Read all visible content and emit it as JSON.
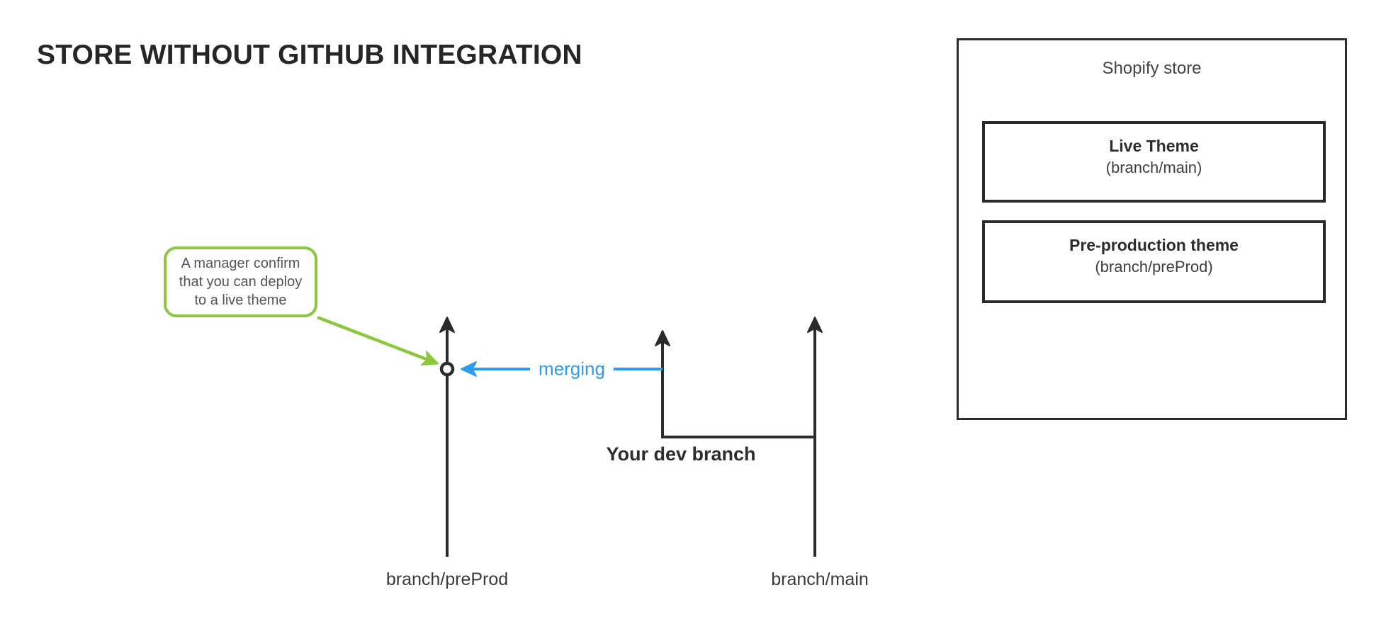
{
  "title": "STORE WITHOUT GITHUB INTEGRATION",
  "callout": {
    "text": "A manager confirm\nthat you can deploy\nto a live theme"
  },
  "labels": {
    "merging": "merging",
    "dev_branch": "Your dev branch",
    "preprod_branch": "branch/preProd",
    "main_branch": "branch/main"
  },
  "store_panel": {
    "title": "Shopify store",
    "live_theme": {
      "title": "Live Theme",
      "subtitle": "(branch/main)"
    },
    "preprod_theme": {
      "title": "Pre-production theme",
      "subtitle": "(branch/preProd)"
    }
  },
  "colors": {
    "green": "#8dc63f",
    "blue": "#2e9bef",
    "line": "#2b2b2b"
  }
}
